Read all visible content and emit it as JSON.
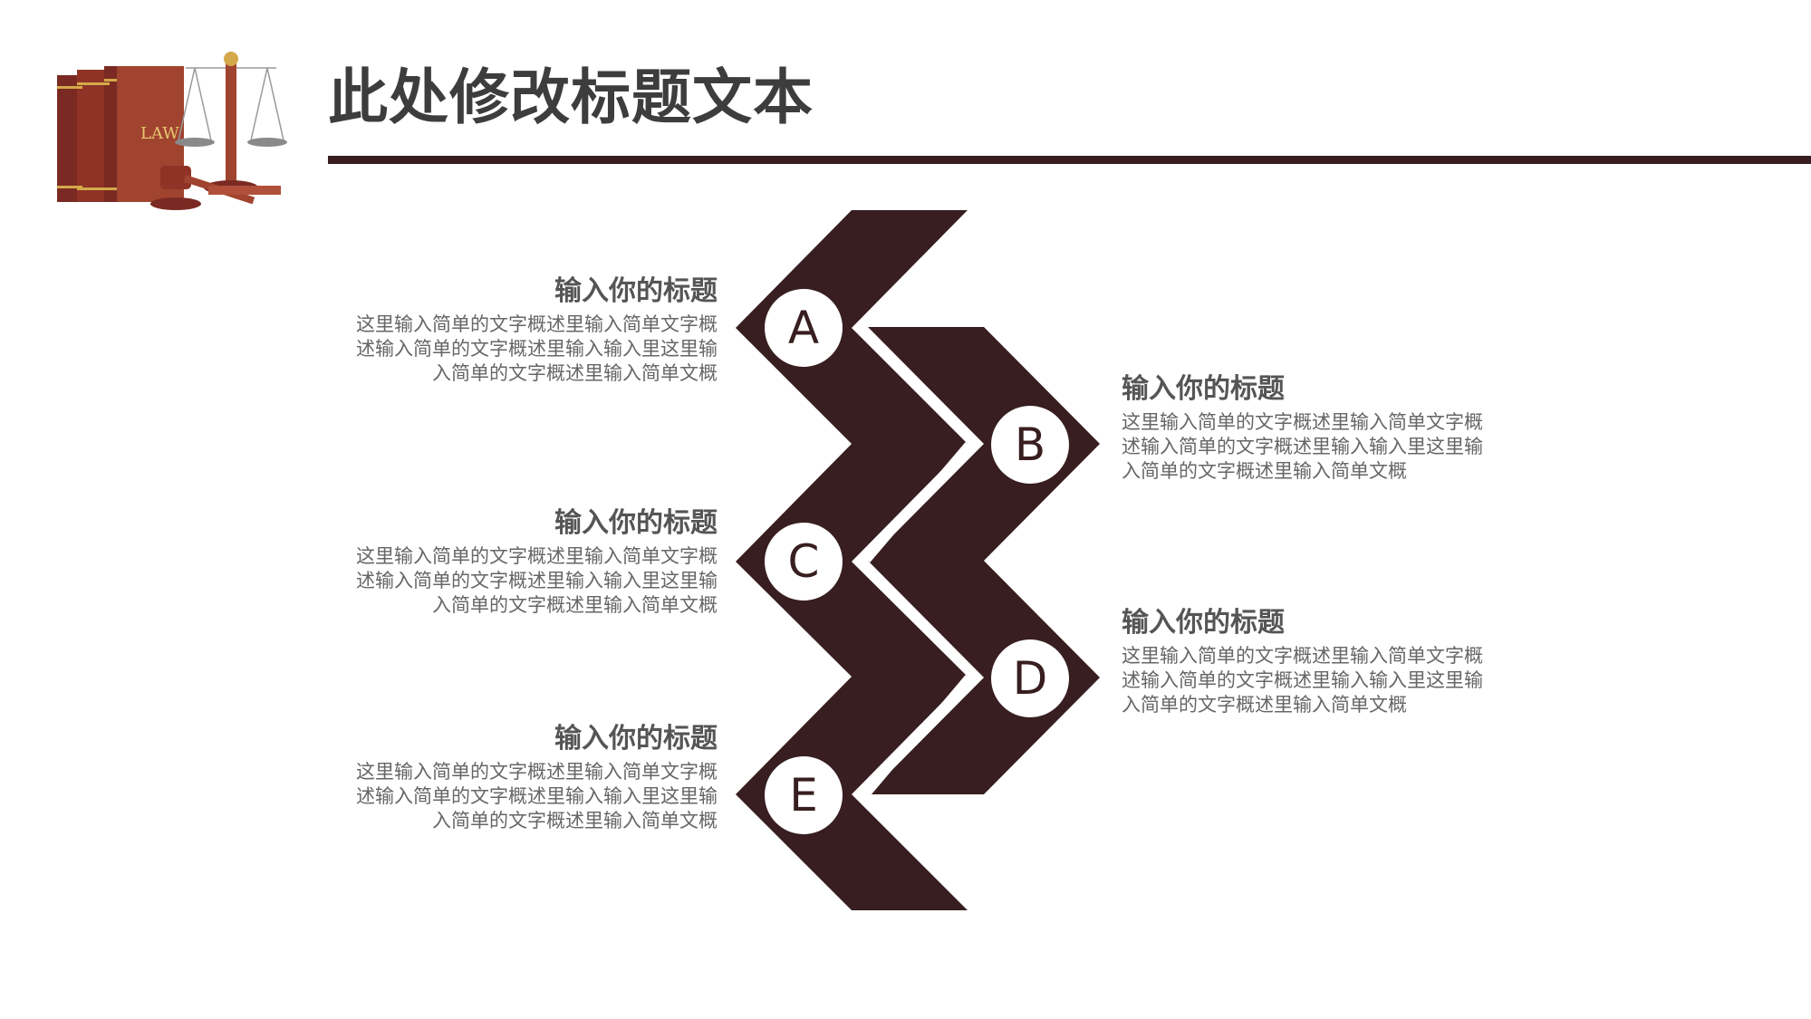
{
  "header": {
    "title": "此处修改标题文本",
    "logo_text": "LAW"
  },
  "colors": {
    "accent": "#381e20",
    "title_text": "#3d3d3d",
    "item_title": "#555555",
    "item_body": "#666666"
  },
  "steps": [
    {
      "letter": "A",
      "title": "输入你的标题",
      "body": "这里输入简单的文字概述里输入简单文字概述输入简单的文字概述里输入输入里这里输入简单的文字概述里输入简单文概"
    },
    {
      "letter": "B",
      "title": "输入你的标题",
      "body": "这里输入简单的文字概述里输入简单文字概述输入简单的文字概述里输入输入里这里输入简单的文字概述里输入简单文概"
    },
    {
      "letter": "C",
      "title": "输入你的标题",
      "body": "这里输入简单的文字概述里输入简单文字概述输入简单的文字概述里输入输入里这里输入简单的文字概述里输入简单文概"
    },
    {
      "letter": "D",
      "title": "输入你的标题",
      "body": "这里输入简单的文字概述里输入简单文字概述输入简单的文字概述里输入输入里这里输入简单的文字概述里输入简单文概"
    },
    {
      "letter": "E",
      "title": "输入你的标题",
      "body": "这里输入简单的文字概述里输入简单文字概述输入简单的文字概述里输入输入里这里输入简单的文字概述里输入简单文概"
    }
  ]
}
